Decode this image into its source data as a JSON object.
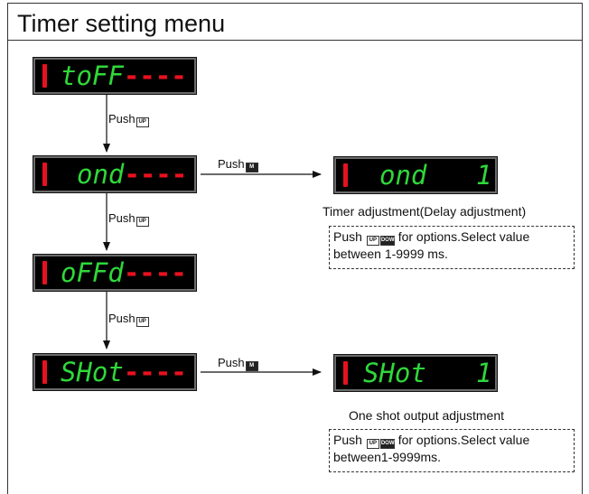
{
  "title": "Timer setting menu",
  "menu": [
    {
      "lead": "1",
      "text": "toFF",
      "dashes": "----"
    },
    {
      "lead": "1",
      "text": "ond",
      "dashes": "----"
    },
    {
      "lead": "1",
      "text": "oFFd",
      "dashes": "----"
    },
    {
      "lead": "1",
      "text": "SHot",
      "dashes": "----"
    }
  ],
  "push_label": "Push",
  "up_icon": "up-button-icon",
  "mode_icon": "mode-button-icon",
  "results": [
    {
      "lead": "1",
      "text": "ond",
      "value": "1",
      "caption": "Timer adjustment(Delay adjustment)",
      "note_line1": "for options.Select value",
      "note_line2": "between 1-9999 ms."
    },
    {
      "lead": "1",
      "text": "SHot",
      "value": "1",
      "caption": "One shot output adjustment",
      "note_line1": "for options.Select value",
      "note_line2": "between1-9999ms."
    }
  ],
  "colors": {
    "segment_green": "#2fd83a",
    "segment_red": "#e8111f",
    "display_bg": "#000000"
  }
}
